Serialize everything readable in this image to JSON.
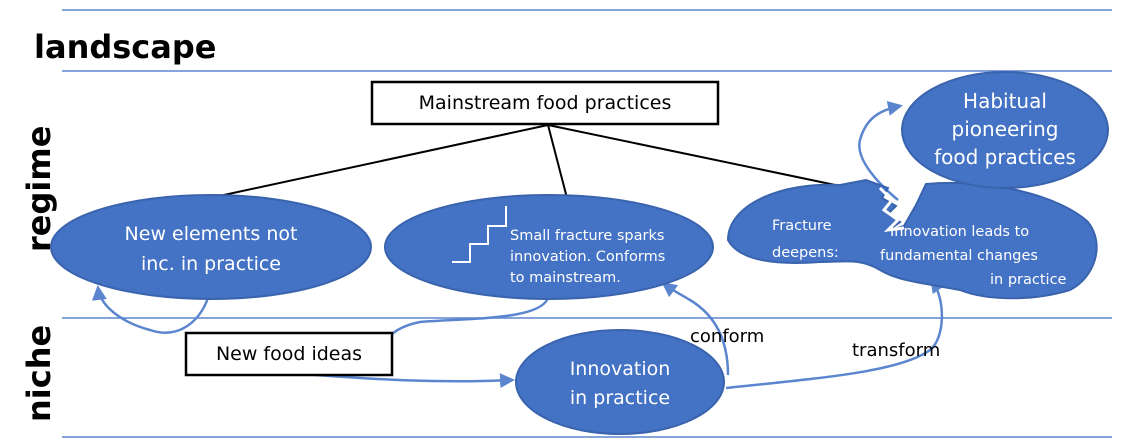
{
  "layers": {
    "landscape": "landscape",
    "regime": "regime",
    "niche": "niche"
  },
  "boxes": {
    "mainstream": "Mainstream food practices",
    "new_ideas": "New food ideas"
  },
  "ellipses": {
    "new_elements": [
      "New elements not",
      "inc. in practice"
    ],
    "small_fracture": [
      "Small fracture sparks",
      "innovation. Conforms",
      "to mainstream."
    ],
    "fracture_deepens": [
      "Fracture",
      "deepens:"
    ],
    "innovation_leads": [
      "Innovation leads to",
      "fundamental changes",
      "in practice"
    ],
    "habitual": [
      "Habitual",
      "pioneering",
      "food practices"
    ],
    "innovation_practice": [
      "Innovation",
      "in practice"
    ]
  },
  "arrow_labels": {
    "conform": "conform",
    "transform": "transform"
  },
  "colors": {
    "ellipse_fill": "#4472C4",
    "ellipse_stroke": "#3A63AD",
    "rule_line": "#5B86CF",
    "arrow": "#5B86CF",
    "text_white": "#ffffff",
    "text_black": "#000000"
  }
}
